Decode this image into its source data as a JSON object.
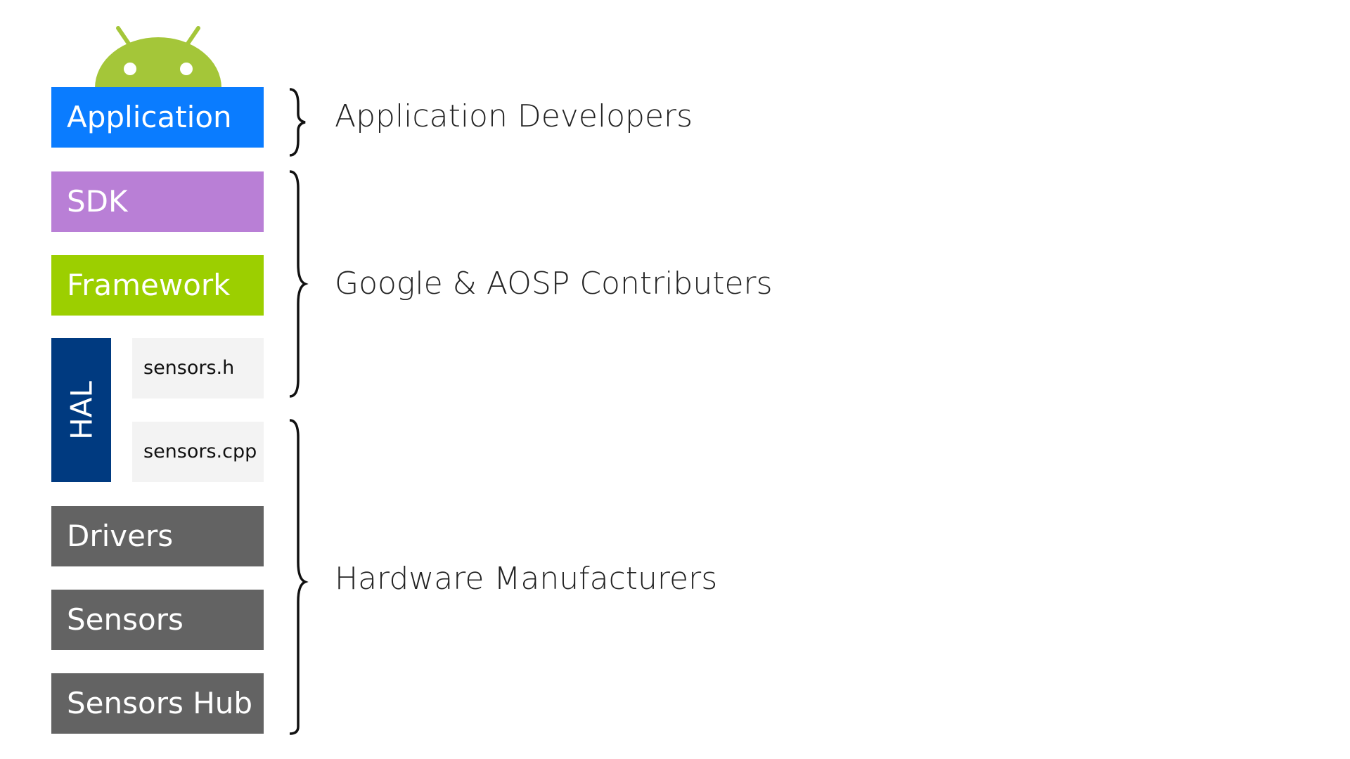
{
  "colors": {
    "application": "#0a7cff",
    "sdk": "#b97fd6",
    "framework": "#9ccf00",
    "hal": "#003a80",
    "hardware": "#636363",
    "android_green": "#a4c639"
  },
  "layers": {
    "application": "Application",
    "sdk": "SDK",
    "framework": "Framework",
    "hal": "HAL",
    "hal_files": [
      "sensors.h",
      "sensors.cpp"
    ],
    "drivers": "Drivers",
    "sensors": "Sensors",
    "sensors_hub": "Sensors Hub"
  },
  "groups": {
    "app_developers": "Application Developers",
    "google_aosp": "Google & AOSP Contributers",
    "hardware_manufacturers": "Hardware Manufacturers"
  },
  "icons": {
    "mascot": "android-robot-icon"
  }
}
